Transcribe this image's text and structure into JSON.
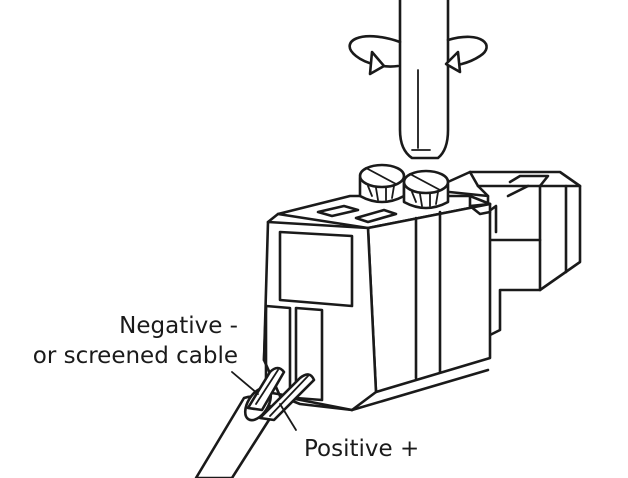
{
  "labels": {
    "negative_line1": "Negative -",
    "negative_line2": "or screened cable",
    "positive": "Positive +"
  },
  "icons": {
    "rotation": "rotation-arrows-icon",
    "screwdriver": "screwdriver-icon"
  },
  "colors": {
    "ink": "#1a1a1a",
    "paper": "#ffffff"
  }
}
